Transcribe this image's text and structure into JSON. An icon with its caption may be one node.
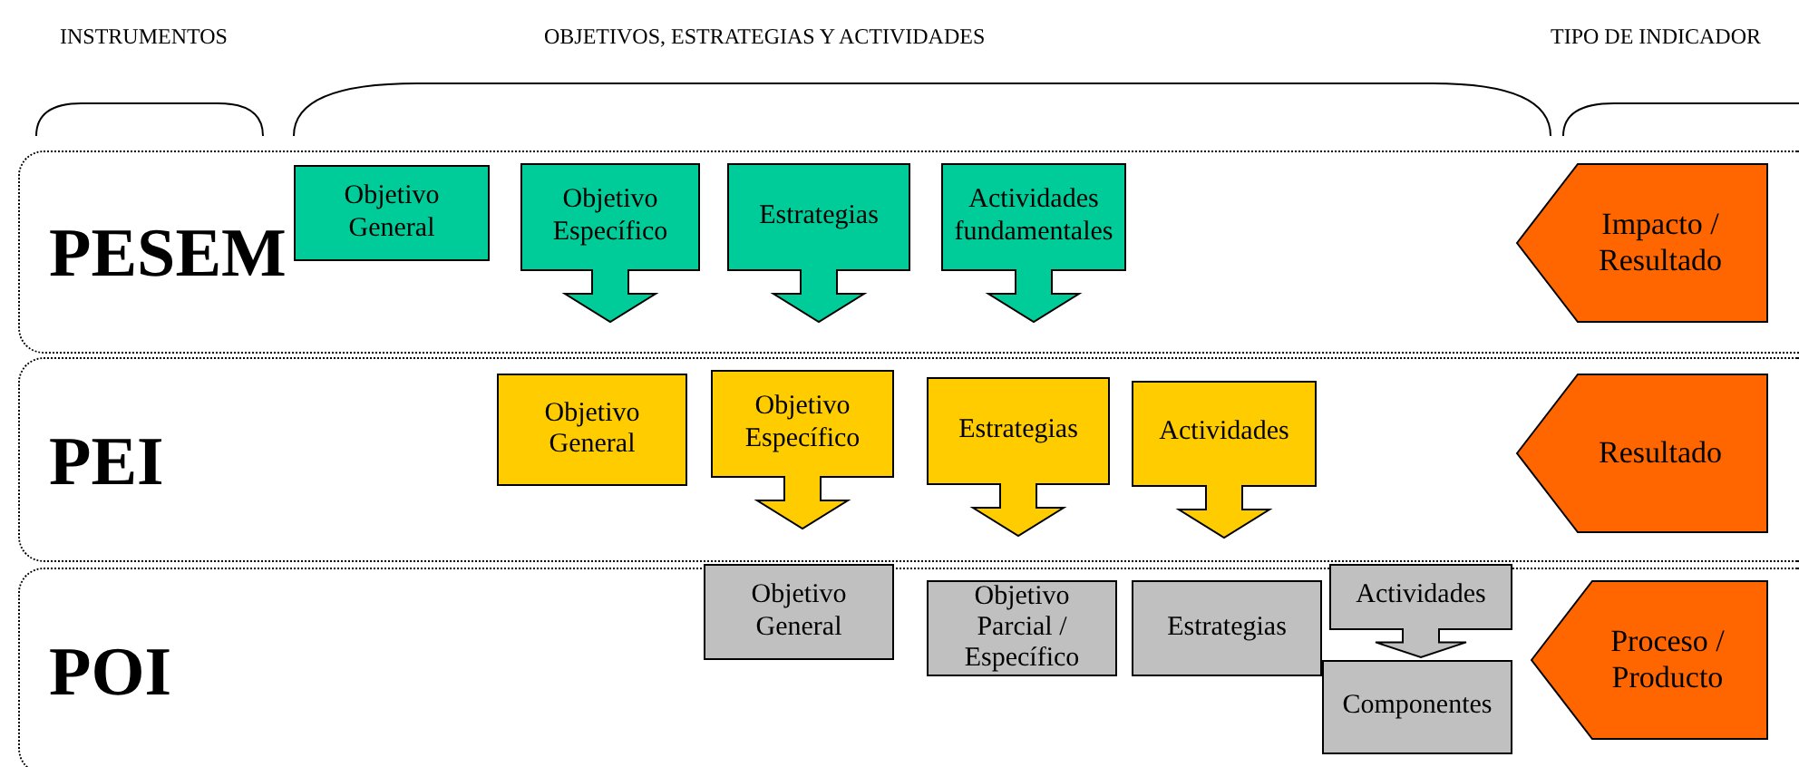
{
  "diagram": {
    "nodes": [
      {
        "text": [
          "PESEM"
        ]
      },
      {
        "text": [
          "Objetivo General"
        ],
        "in": 0
      },
      {
        "text": [
          "Objetivo Específico"
        ],
        "in": 0
      },
      {
        "text": [
          "Estrategias"
        ],
        "in": 0
      },
      {
        "text": [
          "Actividades fundamentales"
        ],
        "in": 0
      },
      {
        "text": [
          "Impacto / Resultado"
        ],
        "in": 0
      },
      {
        "text": [
          "PEI"
        ]
      },
      {
        "text": [
          "Objetivo General"
        ],
        "in": 6
      },
      {
        "text": [
          "Objetivo Específico"
        ],
        "in": 6
      },
      {
        "text": [
          "Estrategias"
        ],
        "in": 6
      },
      {
        "text": [
          "Actividades"
        ],
        "in": 6
      },
      {
        "text": [
          "Resultado"
        ],
        "in": 6
      },
      {
        "text": [
          "POI"
        ]
      },
      {
        "text": [
          "Objetivo General"
        ],
        "in": 12
      },
      {
        "text": [
          "Objetivo Parcial / Específico"
        ],
        "in": 12
      },
      {
        "text": [
          "Estrategias"
        ],
        "in": 12
      },
      {
        "text": [
          "Actividades"
        ],
        "in": 12
      },
      {
        "text": [
          "Componentes"
        ],
        "in": 12
      },
      {
        "text": [
          "Proceso / Producto"
        ],
        "in": 12
      }
    ],
    "labels": [
      "INSTRUMENTOS",
      "OBJETIVOS, ESTRATEGIAS Y ACTIVIDADES",
      "TIPO DE INDICADOR"
    ]
  }
}
